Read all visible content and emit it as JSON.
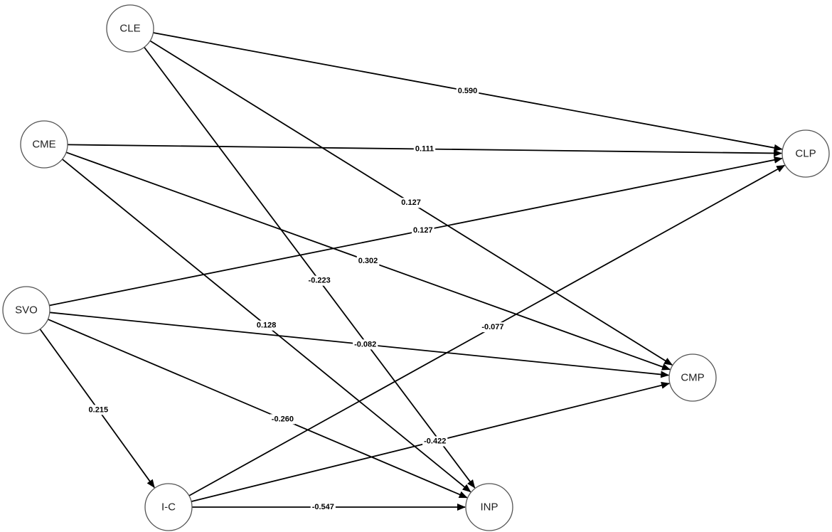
{
  "nodes": [
    {
      "id": "CLE",
      "label": "CLE"
    },
    {
      "id": "CME",
      "label": "CME"
    },
    {
      "id": "SVO",
      "label": "SVO"
    },
    {
      "id": "IC",
      "label": "I-C"
    },
    {
      "id": "CLP",
      "label": "CLP"
    },
    {
      "id": "CMP",
      "label": "CMP"
    },
    {
      "id": "INP",
      "label": "INP"
    }
  ],
  "edges": [
    {
      "from": "CLE",
      "to": "CLP",
      "label": "0.590"
    },
    {
      "from": "CLE",
      "to": "CMP",
      "label": "0.127"
    },
    {
      "from": "CLE",
      "to": "INP",
      "label": "-0.223"
    },
    {
      "from": "CME",
      "to": "CLP",
      "label": "0.111"
    },
    {
      "from": "CME",
      "to": "CMP",
      "label": "0.302"
    },
    {
      "from": "CME",
      "to": "INP",
      "label": "0.128"
    },
    {
      "from": "SVO",
      "to": "CLP",
      "label": "0.127"
    },
    {
      "from": "SVO",
      "to": "CMP",
      "label": "-0.082"
    },
    {
      "from": "SVO",
      "to": "INP",
      "label": "-0.260"
    },
    {
      "from": "SVO",
      "to": "IC",
      "label": "0.215"
    },
    {
      "from": "IC",
      "to": "CLP",
      "label": "-0.077"
    },
    {
      "from": "IC",
      "to": "CMP",
      "label": "-0.422"
    },
    {
      "from": "IC",
      "to": "INP",
      "label": "-0.547"
    }
  ]
}
